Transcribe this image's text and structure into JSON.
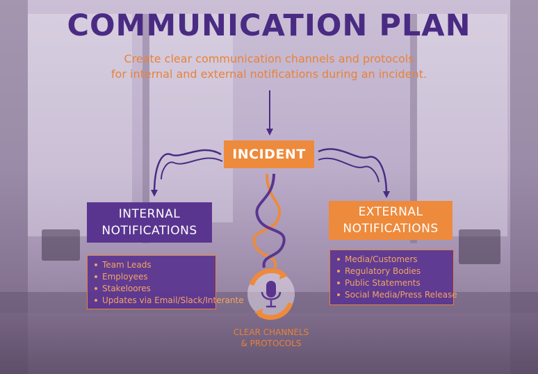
{
  "title": "COMMUNICATION PLAN",
  "subtitle": {
    "line1": "Create clear communication channels and protocols",
    "line2": "for internal and external notifications during an incident."
  },
  "incident": {
    "label": "INCIDENT"
  },
  "internal": {
    "heading_line1": "INTERNAL",
    "heading_line2": "NOTIFICATIONS",
    "items": [
      "Team Leads",
      "Employees",
      "Stakeloores",
      "Updates via Email/Slack/Interante"
    ]
  },
  "external": {
    "heading_line1": "EXTERNAL",
    "heading_line2": "NOTIFICATIONS",
    "items": [
      "Media/Customers",
      "Regulatory Bodies",
      "Public Statements",
      "Social Media/Press Release"
    ]
  },
  "channels": {
    "line1": "CLEAR CHANNELS",
    "line2": "& PROTOCOLS",
    "icon": "microphone-icon"
  },
  "colors": {
    "purple": "#5a3590",
    "orange": "#ee8a3c",
    "title": "#4a2b83"
  }
}
